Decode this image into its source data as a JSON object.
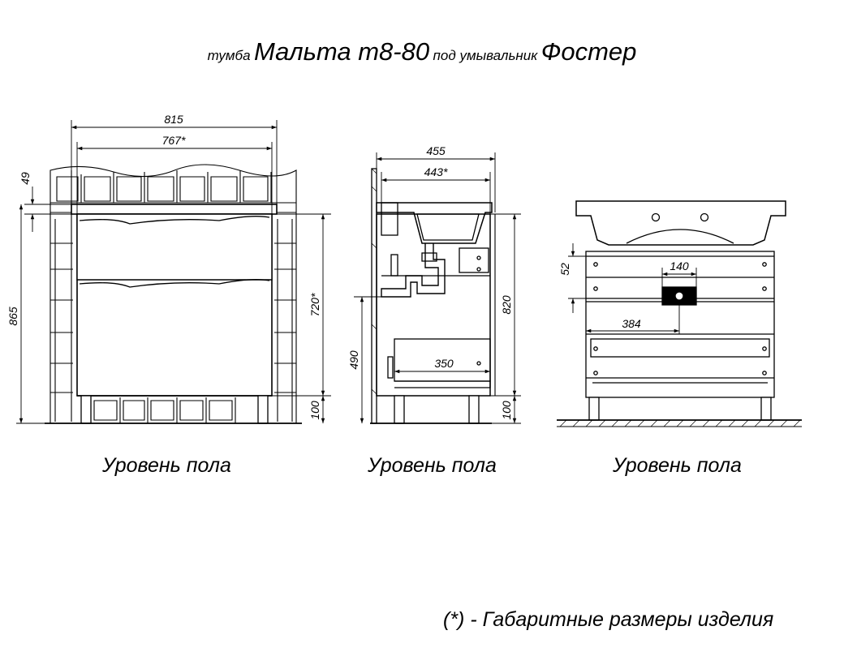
{
  "title": {
    "prefix": "тумба",
    "model": "Мальта т8-80",
    "middle": "под умывальник",
    "sink": "Фостер"
  },
  "front_view": {
    "dim_total_width": "815",
    "dim_body_width": "767*",
    "dim_top_thickness": "49",
    "dim_total_height": "865",
    "dim_body_height": "720*",
    "dim_legs": "100",
    "floor_label": "Уровень пола"
  },
  "side_view": {
    "dim_total_depth": "455",
    "dim_body_depth": "443*",
    "dim_shelf_height": "490",
    "dim_drawer_depth": "350",
    "dim_height": "820",
    "dim_legs": "100",
    "floor_label": "Уровень пола"
  },
  "back_view": {
    "dim_52": "52",
    "dim_140": "140",
    "dim_384": "384",
    "floor_label": "Уровень пола"
  },
  "footnote": "(*) - Габаритные размеры изделия"
}
